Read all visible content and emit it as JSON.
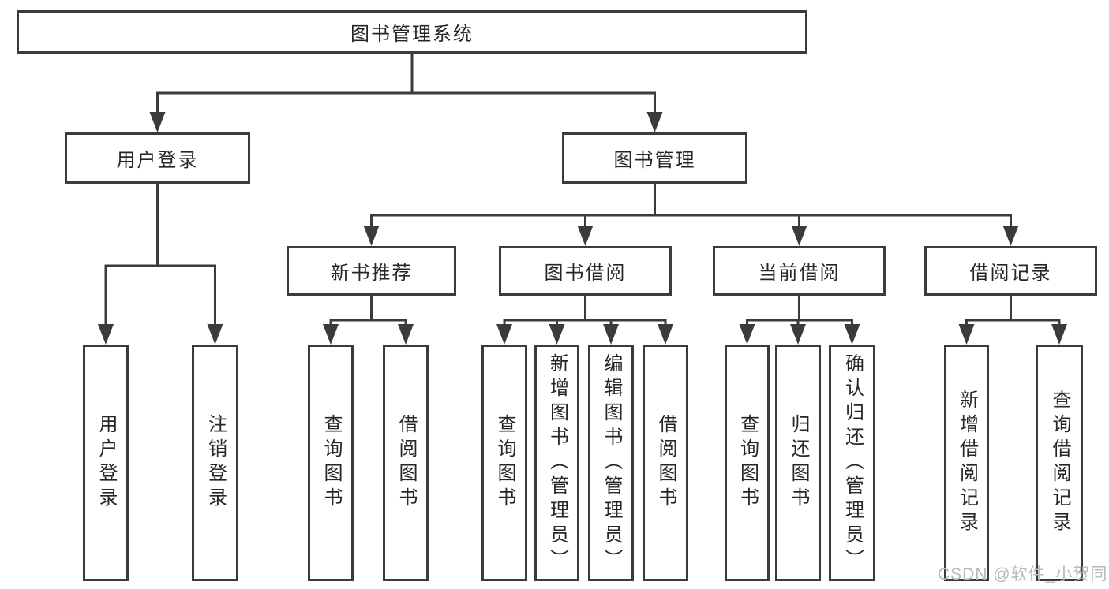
{
  "diagram": {
    "nodes": [
      {
        "id": "root",
        "label": "图书管理系统"
      },
      {
        "id": "login",
        "label": "用户登录"
      },
      {
        "id": "mgmt",
        "label": "图书管理"
      },
      {
        "id": "newbook",
        "label": "新书推荐"
      },
      {
        "id": "borrow",
        "label": "图书借阅"
      },
      {
        "id": "current",
        "label": "当前借阅"
      },
      {
        "id": "records",
        "label": "借阅记录"
      },
      {
        "id": "user-login",
        "label": "用户登录"
      },
      {
        "id": "logout",
        "label": "注销登录"
      },
      {
        "id": "nb-query",
        "label": "查询图书"
      },
      {
        "id": "nb-borrow",
        "label": "借阅图书"
      },
      {
        "id": "bw-query",
        "label": "查询图书"
      },
      {
        "id": "bw-add",
        "label": "新增图书（管理员）"
      },
      {
        "id": "bw-edit",
        "label": "编辑图书（管理员）"
      },
      {
        "id": "bw-borrow",
        "label": "借阅图书"
      },
      {
        "id": "cur-query",
        "label": "查询图书"
      },
      {
        "id": "cur-return",
        "label": "归还图书"
      },
      {
        "id": "cur-confirm",
        "label": "确认归还（管理员）"
      },
      {
        "id": "rec-add",
        "label": "新增借阅记录"
      },
      {
        "id": "rec-query",
        "label": "查询借阅记录"
      }
    ],
    "edges": [
      {
        "from": "root",
        "to": [
          "login",
          "mgmt"
        ]
      },
      {
        "from": "login",
        "to": [
          "user-login",
          "logout"
        ]
      },
      {
        "from": "mgmt",
        "to": [
          "newbook",
          "borrow",
          "current",
          "records"
        ]
      },
      {
        "from": "newbook",
        "to": [
          "nb-query",
          "nb-borrow"
        ]
      },
      {
        "from": "borrow",
        "to": [
          "bw-query",
          "bw-add",
          "bw-edit",
          "bw-borrow"
        ]
      },
      {
        "from": "current",
        "to": [
          "cur-query",
          "cur-return",
          "cur-confirm"
        ]
      },
      {
        "from": "records",
        "to": [
          "rec-add",
          "rec-query"
        ]
      }
    ],
    "colors": {
      "line": "#3b3b3b",
      "box_fill": "#ffffff",
      "text": "#262626",
      "background": "#ffffff",
      "watermark": "#b9b9b9"
    }
  },
  "watermark": {
    "text": "CSDN @软件_小贺同学"
  }
}
